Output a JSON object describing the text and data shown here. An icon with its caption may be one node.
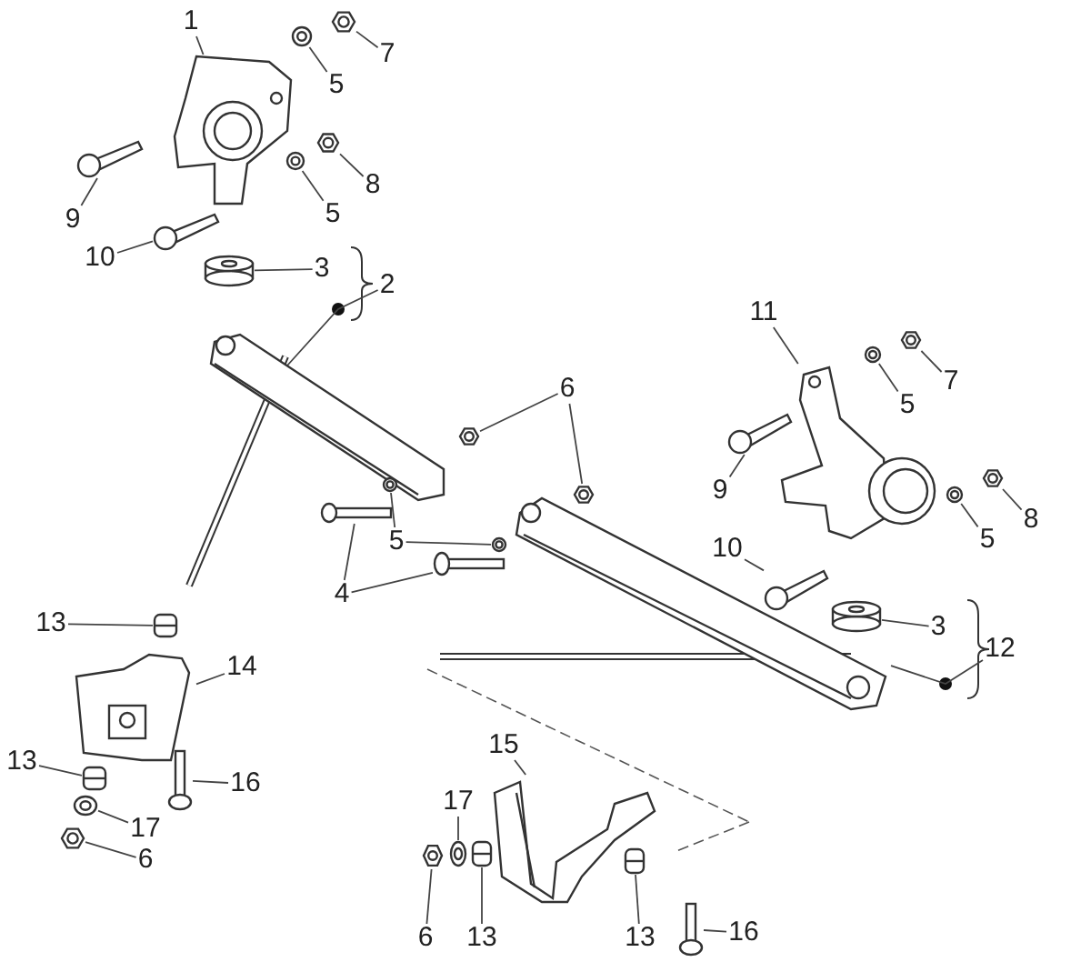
{
  "diagram": {
    "nodes": [
      {
        "text": [
          "1"
        ]
      },
      {
        "text": [],
        "shape": "bracket"
      },
      {
        "text": [
          "5"
        ]
      },
      {
        "text": [],
        "shape": "washer"
      },
      {
        "text": [
          "7"
        ]
      },
      {
        "text": [],
        "shape": "nut"
      },
      {
        "text": [
          "9"
        ]
      },
      {
        "text": [],
        "shape": "bolt"
      },
      {
        "text": [
          "8"
        ]
      },
      {
        "text": [],
        "shape": "nut"
      },
      {
        "text": [
          "5"
        ]
      },
      {
        "text": [],
        "shape": "washer"
      },
      {
        "text": [
          "10"
        ]
      },
      {
        "text": [],
        "shape": "bolt"
      },
      {
        "text": [
          "3"
        ]
      },
      {
        "text": [],
        "shape": "bush"
      },
      {
        "text": [
          "2"
        ]
      },
      {
        "text": [],
        "shape": "arm"
      },
      {
        "text": [
          "6"
        ]
      },
      {
        "text": [],
        "shape": "nut"
      },
      {
        "text": [],
        "shape": "nut"
      },
      {
        "text": [
          "5"
        ]
      },
      {
        "text": [],
        "shape": "washer"
      },
      {
        "text": [],
        "shape": "washer"
      },
      {
        "text": [
          "4"
        ]
      },
      {
        "text": [],
        "shape": "bolt"
      },
      {
        "text": [],
        "shape": "bolt"
      },
      {
        "text": [
          "11"
        ]
      },
      {
        "text": [],
        "shape": "knuckle"
      },
      {
        "text": [
          "5"
        ]
      },
      {
        "text": [],
        "shape": "washer"
      },
      {
        "text": [
          "7"
        ]
      },
      {
        "text": [],
        "shape": "nut"
      },
      {
        "text": [
          "9"
        ]
      },
      {
        "text": [],
        "shape": "bolt"
      },
      {
        "text": [
          "5"
        ]
      },
      {
        "text": [],
        "shape": "washer"
      },
      {
        "text": [
          "8"
        ]
      },
      {
        "text": [],
        "shape": "nut"
      },
      {
        "text": [
          "10"
        ]
      },
      {
        "text": [],
        "shape": "bolt"
      },
      {
        "text": [
          "3"
        ]
      },
      {
        "text": [],
        "shape": "bush"
      },
      {
        "text": [
          "12"
        ]
      },
      {
        "text": [],
        "shape": "arm"
      },
      {
        "text": [
          "13"
        ]
      },
      {
        "text": [],
        "shape": "cap"
      },
      {
        "text": [
          "14"
        ]
      },
      {
        "text": [],
        "shape": "bracket"
      },
      {
        "text": [
          "13"
        ]
      },
      {
        "text": [],
        "shape": "cap"
      },
      {
        "text": [
          "16"
        ]
      },
      {
        "text": [],
        "shape": "bolt"
      },
      {
        "text": [
          "17"
        ]
      },
      {
        "text": [],
        "shape": "washer"
      },
      {
        "text": [
          "6"
        ]
      },
      {
        "text": [],
        "shape": "nut"
      },
      {
        "text": [
          "15"
        ]
      },
      {
        "text": [],
        "shape": "bracket"
      },
      {
        "text": [
          "17"
        ]
      },
      {
        "text": [],
        "shape": "washer"
      },
      {
        "text": [
          "6"
        ]
      },
      {
        "text": [],
        "shape": "nut"
      },
      {
        "text": [
          "13"
        ]
      },
      {
        "text": [],
        "shape": "cap"
      },
      {
        "text": [
          "13"
        ]
      },
      {
        "text": [],
        "shape": "cap"
      },
      {
        "text": [
          "16"
        ]
      },
      {
        "text": [],
        "shape": "bolt"
      }
    ],
    "edges": [
      {
        "from": 0,
        "to": 1,
        "arrow": "none"
      },
      {
        "from": 2,
        "to": 3,
        "arrow": "none"
      },
      {
        "from": 4,
        "to": 5,
        "arrow": "none"
      },
      {
        "from": 6,
        "to": 7,
        "arrow": "none"
      },
      {
        "from": 8,
        "to": 9,
        "arrow": "none"
      },
      {
        "from": 10,
        "to": 11,
        "arrow": "none"
      },
      {
        "from": 12,
        "to": 13,
        "arrow": "none"
      },
      {
        "from": 14,
        "to": 15,
        "arrow": "none"
      },
      {
        "from": 16,
        "to": 17,
        "arrow": "none"
      },
      {
        "from": 18,
        "to": 19,
        "arrow": "none"
      },
      {
        "from": 18,
        "to": 20,
        "arrow": "none"
      },
      {
        "from": 21,
        "to": 22,
        "arrow": "none"
      },
      {
        "from": 21,
        "to": 23,
        "arrow": "none"
      },
      {
        "from": 24,
        "to": 25,
        "arrow": "none"
      },
      {
        "from": 24,
        "to": 26,
        "arrow": "none"
      },
      {
        "from": 27,
        "to": 28,
        "arrow": "none"
      },
      {
        "from": 29,
        "to": 30,
        "arrow": "none"
      },
      {
        "from": 31,
        "to": 32,
        "arrow": "none"
      },
      {
        "from": 33,
        "to": 34,
        "arrow": "none"
      },
      {
        "from": 35,
        "to": 36,
        "arrow": "none"
      },
      {
        "from": 37,
        "to": 38,
        "arrow": "none"
      },
      {
        "from": 39,
        "to": 40,
        "arrow": "none"
      },
      {
        "from": 41,
        "to": 42,
        "arrow": "none"
      },
      {
        "from": 43,
        "to": 44,
        "arrow": "none"
      },
      {
        "from": 45,
        "to": 46,
        "arrow": "none"
      },
      {
        "from": 47,
        "to": 48,
        "arrow": "none"
      },
      {
        "from": 49,
        "to": 50,
        "arrow": "none"
      },
      {
        "from": 51,
        "to": 52,
        "arrow": "none"
      },
      {
        "from": 53,
        "to": 54,
        "arrow": "none"
      },
      {
        "from": 55,
        "to": 56,
        "arrow": "none"
      },
      {
        "from": 57,
        "to": 58,
        "arrow": "none"
      },
      {
        "from": 59,
        "to": 60,
        "arrow": "none"
      },
      {
        "from": 61,
        "to": 62,
        "arrow": "none"
      },
      {
        "from": 63,
        "to": 64,
        "arrow": "none"
      },
      {
        "from": 65,
        "to": 66,
        "arrow": "none"
      },
      {
        "from": 67,
        "to": 68,
        "arrow": "none"
      }
    ]
  }
}
